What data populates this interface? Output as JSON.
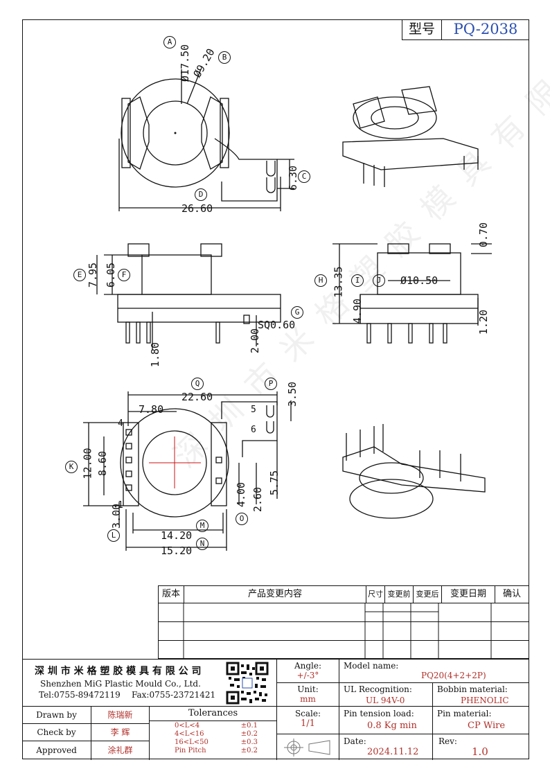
{
  "title_block": {
    "label": "型号",
    "model": "PQ-2038"
  },
  "watermark": "深圳市米格塑胶模具有限公司",
  "dims": {
    "A": "A",
    "B": "B",
    "C": "C",
    "D": "D",
    "E": "E",
    "F": "F",
    "G": "G",
    "H": "H",
    "I": "I",
    "J": "J",
    "K": "K",
    "L": "L",
    "M": "M",
    "N": "N",
    "O": "O",
    "P": "P",
    "Q": "Q",
    "d_17_50": "Ø17.50",
    "d_9_20": "Ø9.20",
    "d_6_30": "6.30",
    "d_26_60": "26.60",
    "d_7_95": "7.95",
    "d_6_05": "6.05",
    "d_sq0_60": "SQ0.60",
    "d_2_00": "2.00",
    "d_1_80": "1.80",
    "d_0_70": "0.70",
    "d_13_35": "13.35",
    "d_10_50": "Ø10.50",
    "d_4_90": "4.90",
    "d_1_20": "1.20",
    "d_22_60": "22.60",
    "d_7_80": "7.80",
    "d_3_50": "3.50",
    "d_12_00": "12.00",
    "d_8_60": "8.60",
    "d_3_00": "3.00",
    "d_4_00": "4.00",
    "d_2_60": "2.60",
    "d_5_75": "5.75",
    "d_14_20": "14.20",
    "d_15_20": "15.20",
    "pin5": "5",
    "pin6": "6",
    "pin4": "4",
    "pin1": "1"
  },
  "revision_table": {
    "headers": [
      "版本",
      "产品变更内容",
      "尺寸",
      "变更前",
      "变更后",
      "变更日期",
      "确认"
    ]
  },
  "company": {
    "name_cn": "深 圳 市 米 格 塑 胶 模 具 有 限 公 司",
    "name_en": "Shenzhen MiG Plastic Mould Co., Ltd.",
    "tel": "Tel:0755-89472119",
    "fax": "Fax:0755-23721421"
  },
  "fields": {
    "angle_label": "Angle:",
    "angle_value": "+/-3°",
    "unit_label": "Unit:",
    "unit_value": "mm",
    "scale_label": "Scale:",
    "scale_value": "1/1",
    "model_label": "Model name:",
    "model_value": "PQ20(4+2+2P)",
    "ul_label": "UL Recognition:",
    "ul_value": "UL 94V-0",
    "bobbin_label": "Bobbin material:",
    "bobbin_value": "PHENOLIC",
    "tension_label": "Pin tension load:",
    "tension_value": "0.8 Kg min",
    "pinmat_label": "Pin material:",
    "pinmat_value": "CP Wire",
    "date_label": "Date:",
    "date_value": "2024.11.12",
    "rev_label": "Rev:",
    "rev_value": "1.0"
  },
  "people": {
    "drawn_label": "Drawn by",
    "drawn_value": "陈瑞新",
    "check_label": "Check by",
    "check_value": "李 辉",
    "approved_label": "Approved",
    "approved_value": "涂礼群"
  },
  "tolerances": {
    "title": "Tolerances",
    "rows": [
      {
        "range": "0<L<4",
        "tol": "±0.1"
      },
      {
        "range": "4<L<16",
        "tol": "±0.2"
      },
      {
        "range": "16<L<50",
        "tol": "±0.3"
      },
      {
        "range": "Pin Pitch",
        "tol": "±0.2"
      }
    ]
  }
}
